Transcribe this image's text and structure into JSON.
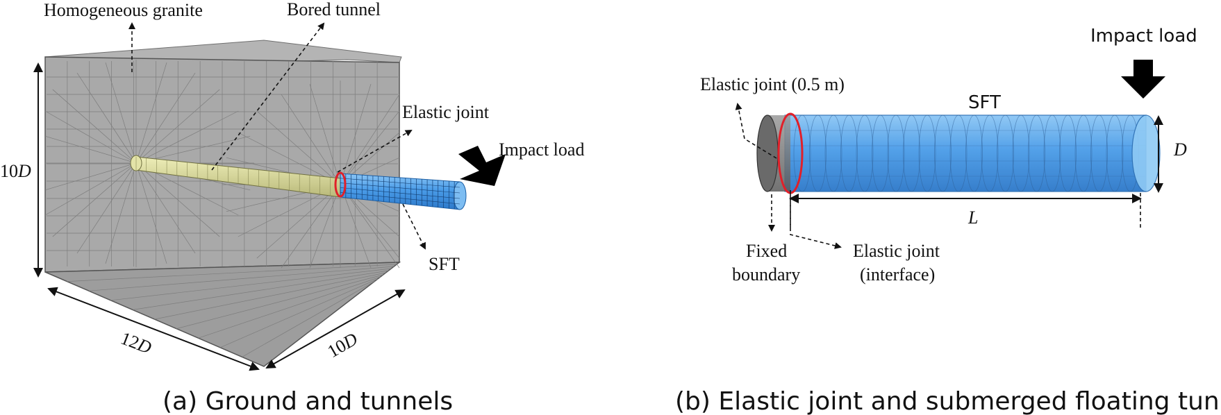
{
  "panel_a": {
    "labels": {
      "granite": "Homogeneous granite",
      "bored_tunnel": "Bored tunnel",
      "elastic_joint": "Elastic joint",
      "impact_load": "Impact load",
      "sft": "SFT"
    },
    "dims": {
      "height_prefix": "10",
      "height_var": "D",
      "width_prefix": "12",
      "width_var": "D",
      "depth_prefix": "10",
      "depth_var": "D"
    },
    "caption": "(a) Ground and tunnels"
  },
  "panel_b": {
    "labels": {
      "elastic_joint_len": "Elastic joint (0.5 m)",
      "sft": "SFT",
      "impact_load": "Impact load",
      "diameter": "D",
      "length": "L",
      "fixed_boundary_1": "Fixed",
      "fixed_boundary_2": "boundary",
      "interface_1": "Elastic joint",
      "interface_2": "(interface)"
    },
    "caption": "(b) Elastic joint and submerged floating tunnel"
  },
  "colors": {
    "granite": "#a9a9a9",
    "bored_tunnel": "#d8d89a",
    "sft": "#4c9be8",
    "elastic_joint": "#e0202a",
    "arrow": "#000000"
  }
}
